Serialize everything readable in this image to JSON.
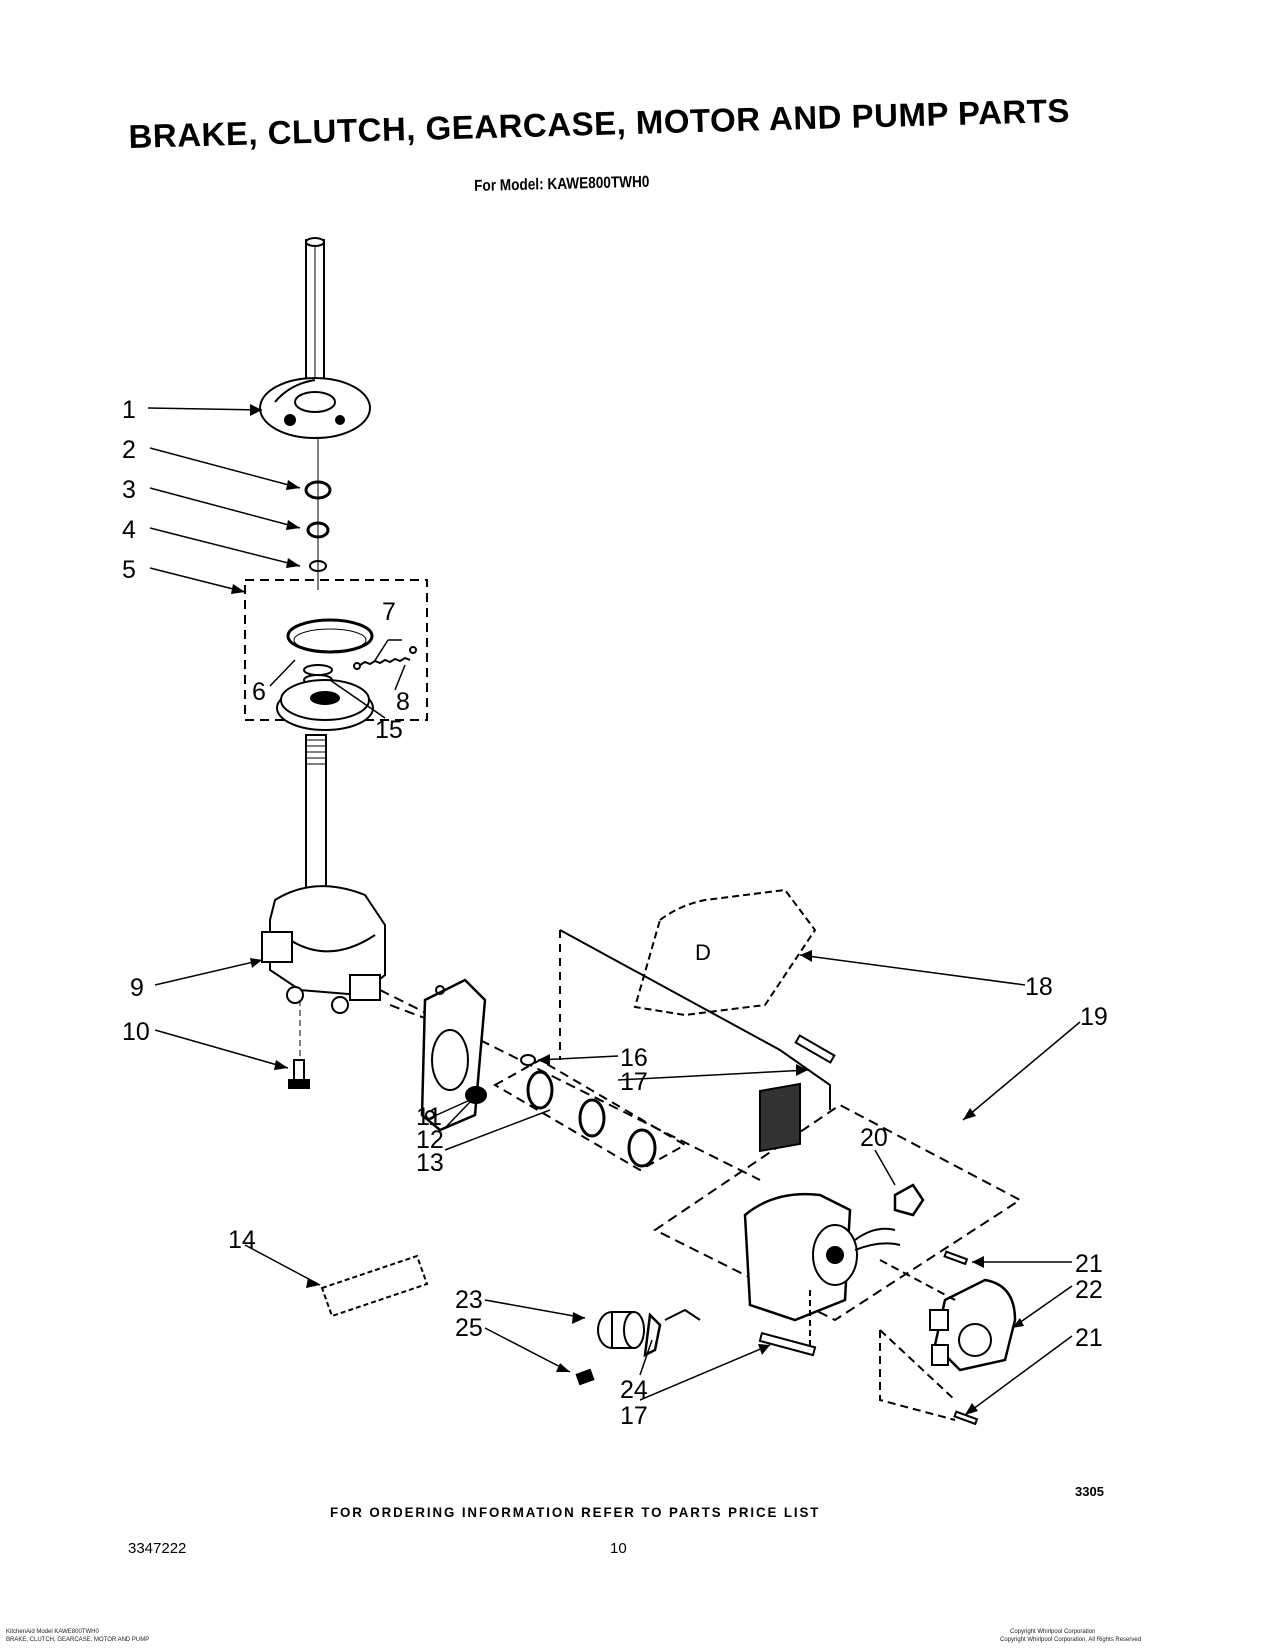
{
  "header": {
    "title": "BRAKE, CLUTCH, GEARCASE, MOTOR AND PUMP PARTS",
    "subtitle": "For Model: KAWE800TWH0"
  },
  "diagram": {
    "callouts": [
      {
        "id": "c1",
        "label": "1"
      },
      {
        "id": "c2",
        "label": "2"
      },
      {
        "id": "c3",
        "label": "3"
      },
      {
        "id": "c4",
        "label": "4"
      },
      {
        "id": "c5",
        "label": "5"
      },
      {
        "id": "c6",
        "label": "6"
      },
      {
        "id": "c7",
        "label": "7"
      },
      {
        "id": "c8",
        "label": "8"
      },
      {
        "id": "c15",
        "label": "15"
      },
      {
        "id": "c9",
        "label": "9"
      },
      {
        "id": "c10",
        "label": "10"
      },
      {
        "id": "c11",
        "label": "11"
      },
      {
        "id": "c12",
        "label": "12"
      },
      {
        "id": "c13",
        "label": "13"
      },
      {
        "id": "c14",
        "label": "14"
      },
      {
        "id": "c16",
        "label": "16"
      },
      {
        "id": "c17a",
        "label": "17"
      },
      {
        "id": "c18",
        "label": "18"
      },
      {
        "id": "c19",
        "label": "19"
      },
      {
        "id": "c20",
        "label": "20"
      },
      {
        "id": "c21a",
        "label": "21"
      },
      {
        "id": "c22",
        "label": "22"
      },
      {
        "id": "c21b",
        "label": "21"
      },
      {
        "id": "c23",
        "label": "23"
      },
      {
        "id": "c25",
        "label": "25"
      },
      {
        "id": "c24",
        "label": "24"
      },
      {
        "id": "c17b",
        "label": "17"
      }
    ],
    "label_d": "D",
    "drawing_code": "3305"
  },
  "footer": {
    "ordering_note": "FOR ORDERING INFORMATION REFER TO PARTS PRICE LIST",
    "doc_number": "3347222",
    "page_number": "10",
    "fine_left_1": "KitchenAid Model KAWE800TWH0",
    "fine_left_2": "BRAKE, CLUTCH, GEARCASE, MOTOR AND PUMP",
    "fine_right_1": "Copyright Whirlpool Corporation",
    "fine_right_2": "Copyright Whirlpool Corporation, All Rights Reserved"
  }
}
